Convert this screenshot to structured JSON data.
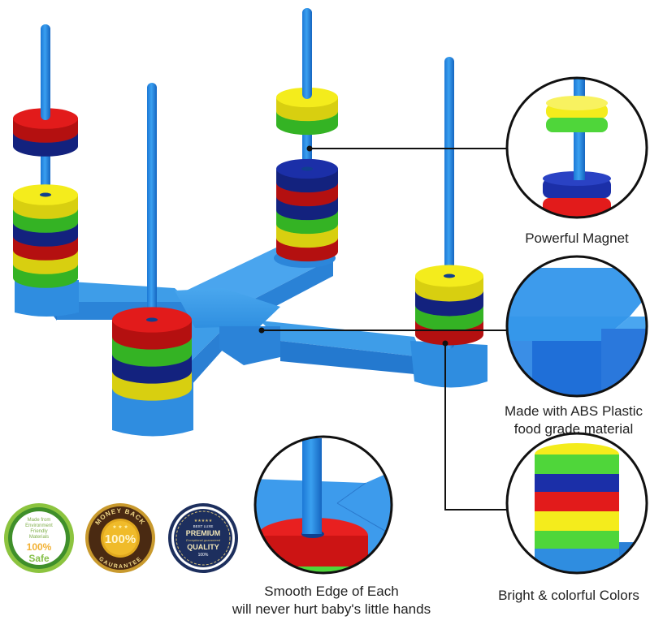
{
  "product": {
    "name": "Magnetic stacking rings peg toy",
    "colors": {
      "base": "#2f8fe0",
      "base_dark": "#1f6fc4",
      "peg": "#2a8ee6",
      "red": "#e21b1b",
      "yellow": "#f4ec1c",
      "green": "#4fd63a",
      "blue": "#1b2fa8"
    },
    "pegs": [
      {
        "id": "left",
        "rings_top_group": [
          "red",
          "blue"
        ],
        "rings_bottom_group": [
          "yellow",
          "green",
          "blue",
          "red",
          "yellow",
          "green"
        ]
      },
      {
        "id": "back-center",
        "rings_top_group": [
          "yellow",
          "green"
        ],
        "rings_bottom_group": [
          "blue",
          "red",
          "blue",
          "green",
          "yellow",
          "red"
        ]
      },
      {
        "id": "front-left",
        "rings_top_group": [],
        "rings_bottom_group": [
          "red",
          "green",
          "blue",
          "yellow"
        ]
      },
      {
        "id": "right",
        "rings_top_group": [],
        "rings_bottom_group": [
          "yellow",
          "blue",
          "green",
          "red"
        ]
      }
    ]
  },
  "callouts": [
    {
      "id": "magnet",
      "label_lines": [
        "Powerful Magnet"
      ]
    },
    {
      "id": "abs",
      "label_lines": [
        "Made with ABS Plastic",
        "food grade material"
      ]
    },
    {
      "id": "colors",
      "label_lines": [
        "Bright & colorful Colors"
      ]
    },
    {
      "id": "edge",
      "label_lines": [
        "Smooth Edge of Each",
        "will never hurt baby's little hands"
      ]
    }
  ],
  "badges": {
    "eco": {
      "lines": [
        "Made from",
        "Environment",
        "Friendly",
        "Materials"
      ],
      "percent": "100%",
      "word": "Safe",
      "ring_color": "#3f8f2a",
      "outer_color": "#8cc43f"
    },
    "money_back": {
      "top": "MONEY BACK",
      "percent": "100%",
      "bottom": "GAURANTEE",
      "ring_color": "#4a2a12",
      "gold": "#e0a81e"
    },
    "premium": {
      "top": "BEST LUXE",
      "title1": "PREMIUM",
      "script": "Exceptional guaranteed",
      "title2": "QUALITY",
      "percent": "100%",
      "navy": "#1d2f5e",
      "gold": "#d8c27a"
    }
  }
}
